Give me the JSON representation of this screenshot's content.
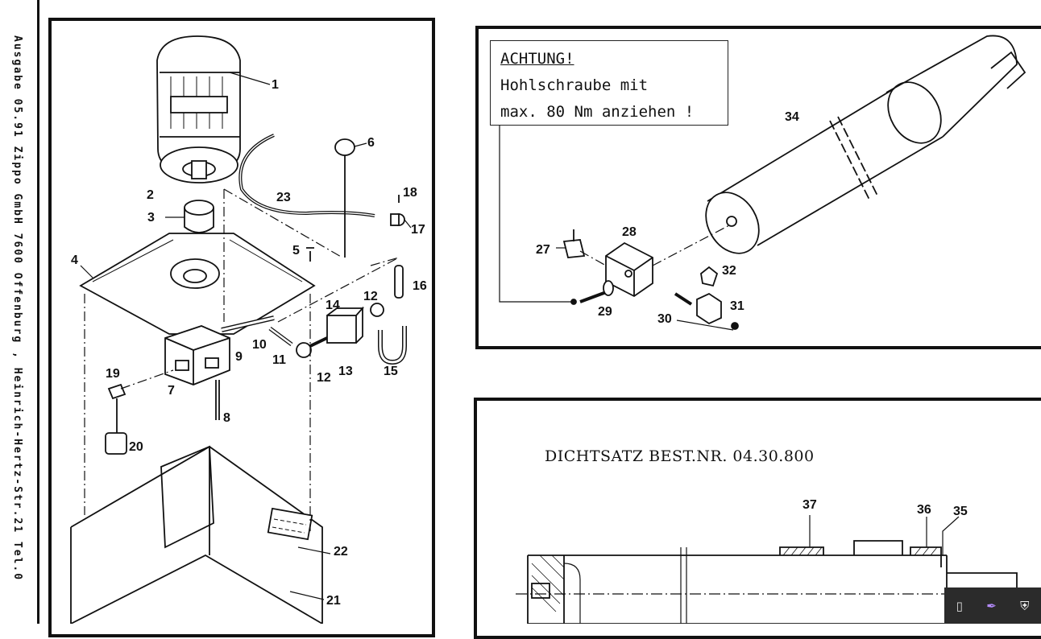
{
  "sidebar": {
    "text": "Ausgabe 05.91 Zippo GmbH 7600 Offenburg , Heinrich-Hertz-Str.21 Tel.0"
  },
  "note": {
    "title": "ACHTUNG!",
    "line1": "Hohlschraube mit",
    "line2": "max. 80 Nm anziehen !"
  },
  "seal_kit": {
    "label": "DICHTSATZ BEST.NR. 04.30.800"
  },
  "part_numbers": {
    "p1": "1",
    "p2": "2",
    "p3": "3",
    "p4": "4",
    "p5": "5",
    "p6": "6",
    "p7": "7",
    "p8": "8",
    "p9": "9",
    "p10": "10",
    "p11": "11",
    "p12a": "12",
    "p12b": "12",
    "p13": "13",
    "p14": "14",
    "p15": "15",
    "p16": "16",
    "p17": "17",
    "p18": "18",
    "p19": "19",
    "p20": "20",
    "p21": "21",
    "p22": "22",
    "p23": "23",
    "p27": "27",
    "p28": "28",
    "p29": "29",
    "p30": "30",
    "p31": "31",
    "p32": "32",
    "p34": "34",
    "p35": "35",
    "p36": "36",
    "p37": "37"
  },
  "tray": {
    "icons": [
      "usb-icon",
      "pen-icon",
      "shield-icon"
    ]
  }
}
